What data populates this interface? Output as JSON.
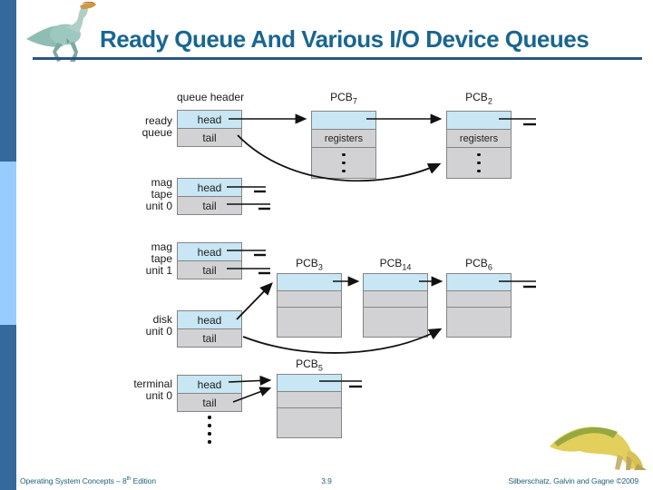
{
  "title": "Ready Queue And Various I/O Device Queues",
  "diagram": {
    "column_header": "queue header",
    "cell_labels": {
      "head": "head",
      "tail": "tail",
      "registers": "registers"
    },
    "queues": [
      {
        "id": "ready-queue",
        "label_lines": [
          "ready",
          "queue"
        ]
      },
      {
        "id": "mag-tape-unit-0",
        "label_lines": [
          "mag",
          "tape",
          "unit 0"
        ]
      },
      {
        "id": "mag-tape-unit-1",
        "label_lines": [
          "mag",
          "tape",
          "unit 1"
        ]
      },
      {
        "id": "disk-unit-0",
        "label_lines": [
          "disk",
          "unit 0"
        ]
      },
      {
        "id": "terminal-unit-0",
        "label_lines": [
          "terminal",
          "unit 0"
        ]
      }
    ],
    "pcbs": [
      {
        "name": "PCB",
        "sub": "7"
      },
      {
        "name": "PCB",
        "sub": "2"
      },
      {
        "name": "PCB",
        "sub": "3"
      },
      {
        "name": "PCB",
        "sub": "14"
      },
      {
        "name": "PCB",
        "sub": "6"
      },
      {
        "name": "PCB",
        "sub": "5"
      }
    ]
  },
  "footer": {
    "book": "Operating System Concepts – 8",
    "edition_sup": "th",
    "edition_rest": " Edition",
    "page": "3.9",
    "authors": "Silberschatz, Galvin and Gagne ©2009"
  },
  "decorations": {
    "top_left_icon": "dinosaur-logo-icon",
    "bottom_right_icon": "dinosaur-logo-icon"
  },
  "colors": {
    "sidebar_blue": "#35689B",
    "sidebar_light_blue": "#99CCFE",
    "title_text": "#196690",
    "title_rule": "#2A5584",
    "cell_blue": "#C8E6F4",
    "cell_gray": "#D2D2D4",
    "footer_text": "#1E6078",
    "line_ink": "#1a1a1a"
  }
}
